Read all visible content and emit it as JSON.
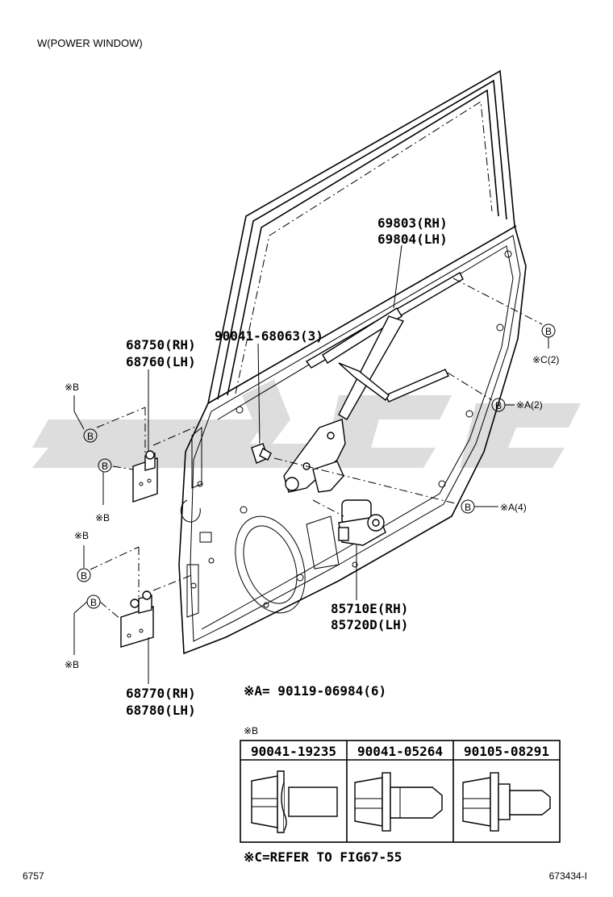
{
  "header": {
    "title": "W(POWER WINDOW)"
  },
  "parts": {
    "regulator_rh": "69803(RH)",
    "regulator_lh": "69804(LH)",
    "bolt": "90041-68063(3)",
    "upper_hinge_rh": "68750(RH)",
    "upper_hinge_lh": "68760(LH)",
    "motor_rh": "85710E(RH)",
    "motor_lh": "85720D(LH)",
    "lower_hinge_rh": "68770(RH)",
    "lower_hinge_lh": "68780(LH)"
  },
  "callouts": {
    "b_letter": "B",
    "note_b": "※B",
    "note_c2": "※C(2)",
    "note_a2": "※A(2)",
    "note_a4": "※A(4)"
  },
  "notes": {
    "a_def": "※A= 90119-06984(6)",
    "b_header": "※B",
    "c_refer": "※C=REFER TO FIG67-55"
  },
  "table": {
    "headers": [
      "90041-19235",
      "90041-05264",
      "90105-08291"
    ]
  },
  "footer": {
    "page": "6757",
    "code": "673434-I"
  },
  "watermark": {
    "color": "#d9d9d9"
  }
}
